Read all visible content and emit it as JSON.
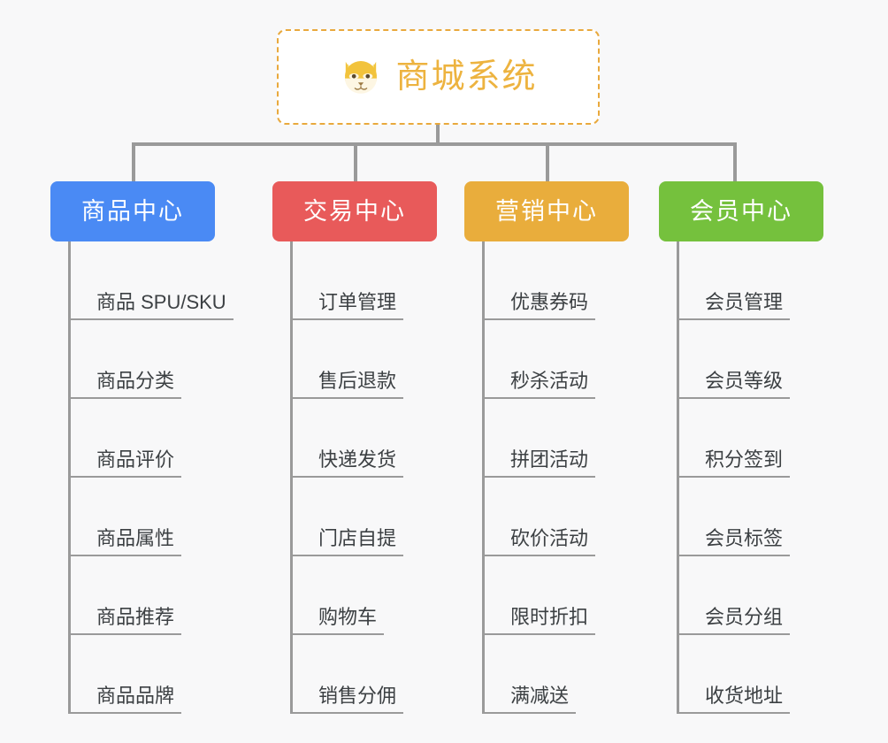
{
  "diagram": {
    "type": "org-chart",
    "background_color": "#f8f8f9",
    "connector_color": "#9a9a9a",
    "root": {
      "title": "商城系统",
      "icon": "shiba-dog-icon",
      "border_color": "#e9a93d",
      "text_color": "#edb33f",
      "background_color": "#ffffff"
    },
    "categories": [
      {
        "label": "商品中心",
        "color": "#4a8af4",
        "items": [
          "商品 SPU/SKU",
          "商品分类",
          "商品评价",
          "商品属性",
          "商品推荐",
          "商品品牌"
        ]
      },
      {
        "label": "交易中心",
        "color": "#e85a5a",
        "items": [
          "订单管理",
          "售后退款",
          "快递发货",
          "门店自提",
          "购物车",
          "销售分佣"
        ]
      },
      {
        "label": "营销中心",
        "color": "#e9ad3c",
        "items": [
          "优惠券码",
          "秒杀活动",
          "拼团活动",
          "砍价活动",
          "限时折扣",
          "满减送"
        ]
      },
      {
        "label": "会员中心",
        "color": "#75c13d",
        "items": [
          "会员管理",
          "会员等级",
          "积分签到",
          "会员标签",
          "会员分组",
          "收货地址"
        ]
      }
    ]
  }
}
